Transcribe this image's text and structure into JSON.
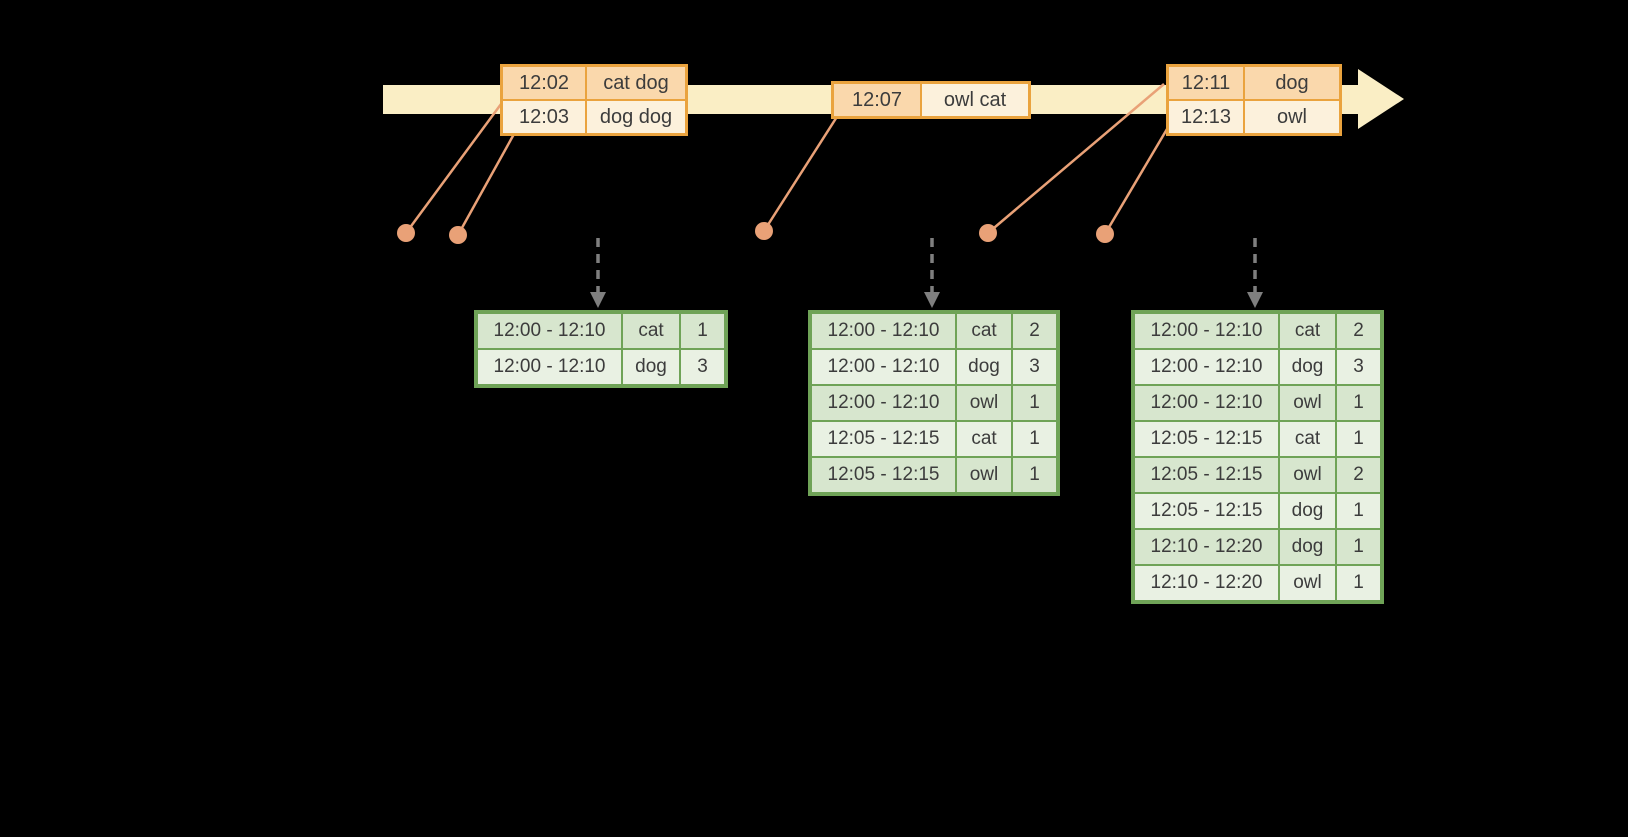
{
  "colors": {
    "background": "#000000",
    "timeline": "#FAEEC5",
    "eventBorder": "#EAA33E",
    "eventRowDark": "#FAD8AC",
    "eventRowLight": "#FCF1DC",
    "resultBorder": "#6FA357",
    "resultRowDark": "#D7E6CE",
    "resultRowLight": "#E9F1E3",
    "dot": "#E9A177",
    "trigger": "#7F7F7F",
    "text": "#3C3C3C"
  },
  "events": [
    {
      "rows": [
        {
          "time": "12:02",
          "words": "cat dog"
        },
        {
          "time": "12:03",
          "words": "dog dog"
        }
      ]
    },
    {
      "rows": [
        {
          "time": "12:07",
          "words": "owl cat"
        }
      ]
    },
    {
      "rows": [
        {
          "time": "12:11",
          "words": "dog"
        },
        {
          "time": "12:13",
          "words": "owl"
        }
      ]
    }
  ],
  "results": [
    {
      "rows": [
        {
          "window": "12:00 - 12:10",
          "word": "cat",
          "count": "1"
        },
        {
          "window": "12:00 - 12:10",
          "word": "dog",
          "count": "3"
        }
      ]
    },
    {
      "rows": [
        {
          "window": "12:00 - 12:10",
          "word": "cat",
          "count": "2"
        },
        {
          "window": "12:00 - 12:10",
          "word": "dog",
          "count": "3"
        },
        {
          "window": "12:00 - 12:10",
          "word": "owl",
          "count": "1"
        },
        {
          "window": "12:05 - 12:15",
          "word": "cat",
          "count": "1"
        },
        {
          "window": "12:05 - 12:15",
          "word": "owl",
          "count": "1"
        }
      ]
    },
    {
      "rows": [
        {
          "window": "12:00 - 12:10",
          "word": "cat",
          "count": "2"
        },
        {
          "window": "12:00 - 12:10",
          "word": "dog",
          "count": "3"
        },
        {
          "window": "12:00 - 12:10",
          "word": "owl",
          "count": "1"
        },
        {
          "window": "12:05 - 12:15",
          "word": "cat",
          "count": "1"
        },
        {
          "window": "12:05 - 12:15",
          "word": "owl",
          "count": "2"
        },
        {
          "window": "12:05 - 12:15",
          "word": "dog",
          "count": "1"
        },
        {
          "window": "12:10 - 12:20",
          "word": "dog",
          "count": "1"
        },
        {
          "window": "12:10 - 12:20",
          "word": "owl",
          "count": "1"
        }
      ]
    }
  ]
}
